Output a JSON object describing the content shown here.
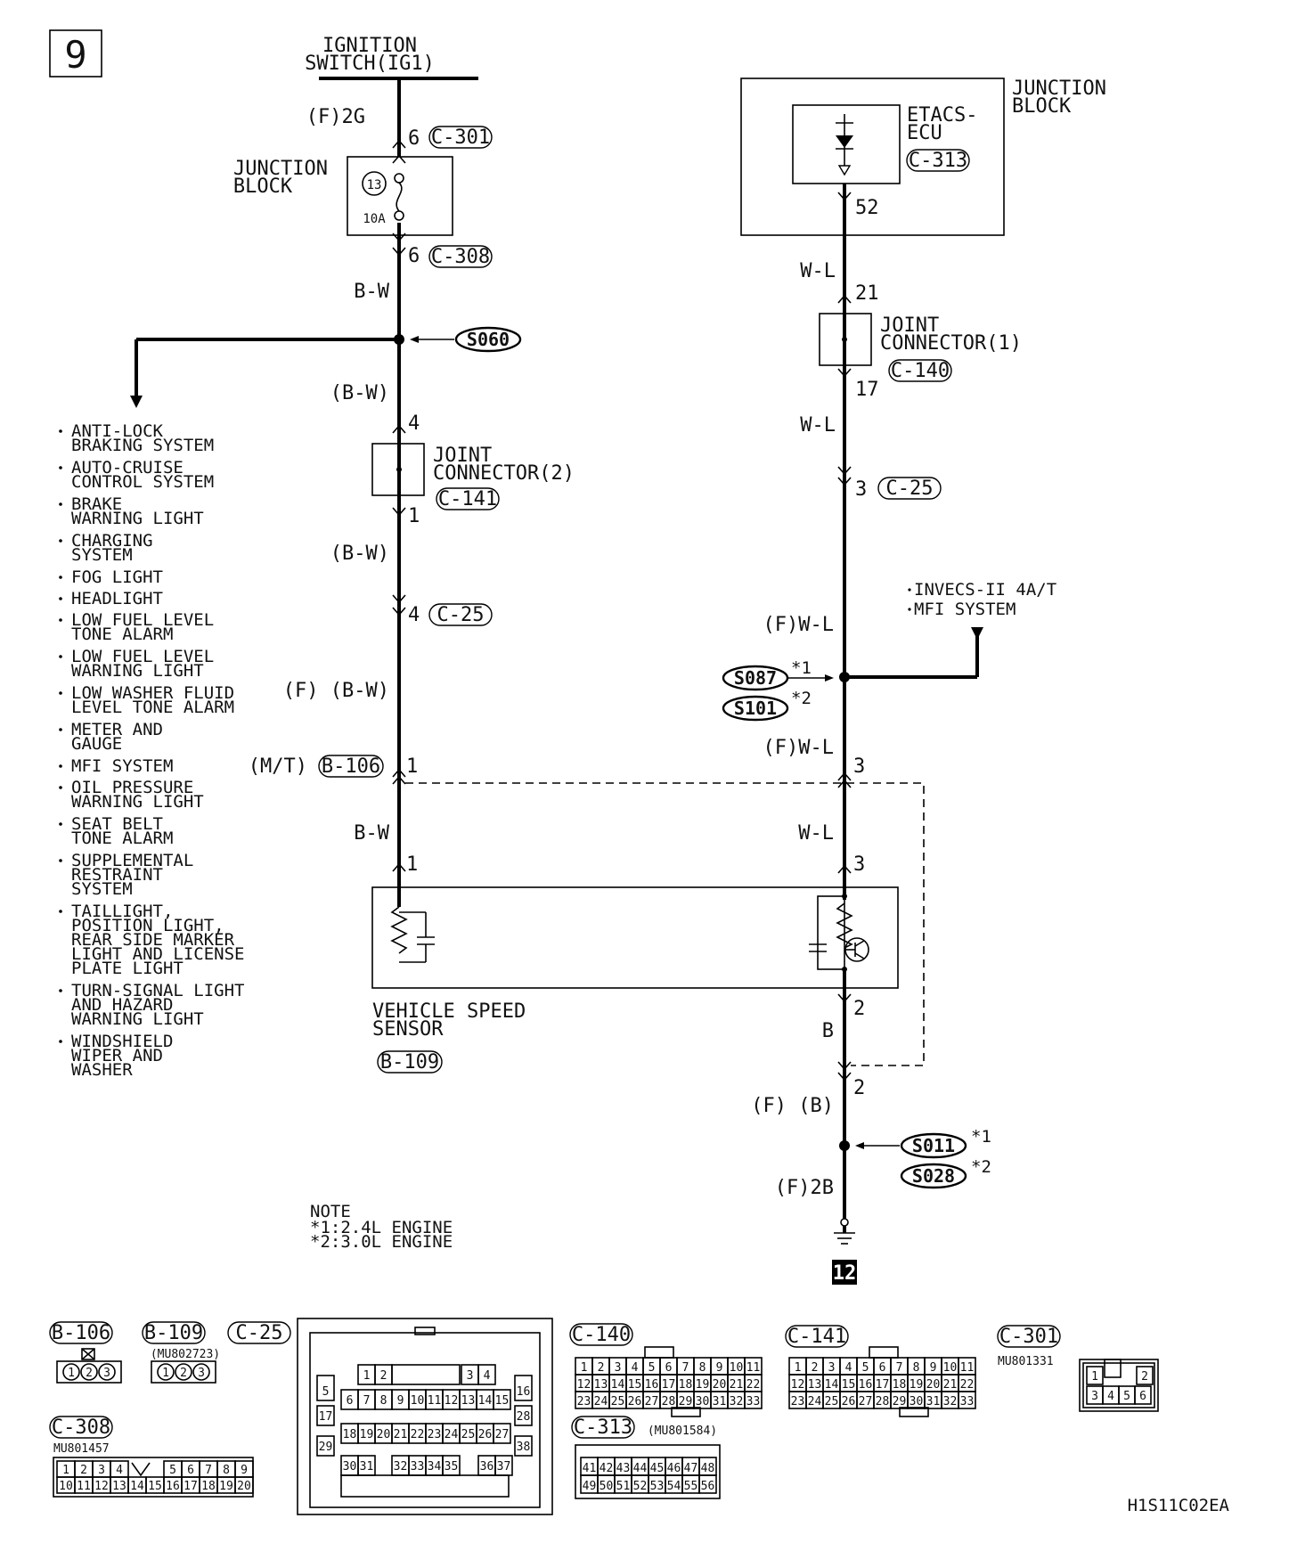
{
  "page_number": "9",
  "figure_code": "H1S11C02EA",
  "left_circuit": {
    "source_label": [
      "IGNITION",
      "SWITCH(IG1)"
    ],
    "wire_code_top": "(F)2G",
    "pin_top": "6",
    "conn_top": "C-301",
    "junction_block_label": [
      "JUNCTION",
      "BLOCK"
    ],
    "fuse_number": "13",
    "fuse_rating": "10A",
    "pin_after_fuse": "6",
    "conn_after_fuse": "C-308",
    "wire_color_1": "B-W",
    "splice": "S060",
    "wire_color_2": "(B-W)",
    "jc2_pin_in": "4",
    "jc2_label": [
      "JOINT",
      "CONNECTOR(2)"
    ],
    "jc2_conn": "C-141",
    "jc2_pin_out": "1",
    "wire_color_3": "(B-W)",
    "pin_c25": "4",
    "conn_c25": "C-25",
    "wire_color_4": "(F) (B-W)",
    "mt_label": "(M/T)",
    "conn_b106": "B-106",
    "pin_b106": "1",
    "wire_color_5": "B-W",
    "pin_sensor": "1"
  },
  "sensor": {
    "label": [
      "VEHICLE SPEED",
      "SENSOR"
    ],
    "conn": "B-109"
  },
  "right_circuit": {
    "junction_block_label": [
      "JUNCTION",
      "BLOCK"
    ],
    "ecu_label": [
      "ETACS-",
      "ECU"
    ],
    "ecu_conn": "C-313",
    "pin_ecu": "52",
    "wire_color_1": "W-L",
    "jc1_pin_in": "21",
    "jc1_label": [
      "JOINT",
      "CONNECTOR(1)"
    ],
    "jc1_conn": "C-140",
    "jc1_pin_out": "17",
    "wire_color_2": "W-L",
    "pin_c25": "3",
    "conn_c25": "C-25",
    "branch_items": [
      "INVECS-II 4A/T",
      "MFI SYSTEM"
    ],
    "wire_color_3": "(F)W-L",
    "splice_a": "S087",
    "splice_a_note": "*1",
    "splice_b": "S101",
    "splice_b_note": "*2",
    "wire_color_4": "(F)W-L",
    "pin_b106": "3",
    "wire_color_5": "W-L",
    "pin_sensor_in": "3",
    "pin_sensor_out": "2",
    "wire_color_6": "B",
    "pin_b106_gnd": "2",
    "wire_color_7": "(F) (B)",
    "ground_splice_a": "S011",
    "ground_splice_a_note": "*1",
    "ground_splice_b": "S028",
    "ground_splice_b_note": "*2",
    "wire_code_bottom": "(F)2B",
    "ground_page": "12"
  },
  "branch_list": [
    [
      "ANTI-LOCK",
      "BRAKING SYSTEM"
    ],
    [
      "AUTO-CRUISE",
      "CONTROL SYSTEM"
    ],
    [
      "BRAKE",
      "WARNING LIGHT"
    ],
    [
      "CHARGING",
      "SYSTEM"
    ],
    [
      "FOG LIGHT"
    ],
    [
      "HEADLIGHT"
    ],
    [
      "LOW FUEL LEVEL",
      "TONE ALARM"
    ],
    [
      "LOW FUEL LEVEL",
      "WARNING LIGHT"
    ],
    [
      "LOW WASHER FLUID",
      "LEVEL TONE ALARM"
    ],
    [
      "METER AND",
      "GAUGE"
    ],
    [
      "MFI SYSTEM"
    ],
    [
      "OIL PRESSURE",
      "WARNING LIGHT"
    ],
    [
      "SEAT BELT",
      "TONE ALARM"
    ],
    [
      "SUPPLEMENTAL",
      "RESTRAINT",
      "SYSTEM"
    ],
    [
      "TAILLIGHT,",
      "POSITION LIGHT,",
      "REAR SIDE MARKER",
      "LIGHT AND LICENSE",
      "PLATE LIGHT"
    ],
    [
      "TURN-SIGNAL LIGHT",
      "AND HAZARD",
      "WARNING LIGHT"
    ],
    [
      "WINDSHIELD",
      "WIPER AND",
      "WASHER"
    ]
  ],
  "note": {
    "title": "NOTE",
    "lines": [
      "*1:2.4L ENGINE",
      "*2:3.0L ENGINE"
    ]
  },
  "connector_views": {
    "b106": {
      "name": "B-106",
      "pins": [
        "1",
        "2",
        "3"
      ]
    },
    "b109": {
      "name": "B-109",
      "part": "(MU802723)",
      "pins": [
        "1",
        "2",
        "3"
      ]
    },
    "c25": {
      "name": "C-25",
      "rows": [
        [
          "1",
          "2",
          "3",
          "4"
        ],
        [
          "5",
          "6",
          "7",
          "8",
          "9",
          "10",
          "11",
          "12",
          "13",
          "14",
          "15",
          "16"
        ],
        [
          "17",
          "18",
          "19",
          "20",
          "21",
          "22",
          "23",
          "24",
          "25",
          "26",
          "27",
          "28"
        ],
        [
          "29",
          "30",
          "31",
          "32",
          "33",
          "34",
          "35",
          "36",
          "37",
          "38"
        ]
      ]
    },
    "c140": {
      "name": "C-140",
      "rows": [
        [
          "1",
          "2",
          "3",
          "4",
          "5",
          "6",
          "7",
          "8",
          "9",
          "10",
          "11"
        ],
        [
          "12",
          "13",
          "14",
          "15",
          "16",
          "17",
          "18",
          "19",
          "20",
          "21",
          "22"
        ],
        [
          "23",
          "24",
          "25",
          "26",
          "27",
          "28",
          "29",
          "30",
          "31",
          "32",
          "33"
        ]
      ]
    },
    "c141": {
      "name": "C-141",
      "rows": [
        [
          "1",
          "2",
          "3",
          "4",
          "5",
          "6",
          "7",
          "8",
          "9",
          "10",
          "11"
        ],
        [
          "12",
          "13",
          "14",
          "15",
          "16",
          "17",
          "18",
          "19",
          "20",
          "21",
          "22"
        ],
        [
          "23",
          "24",
          "25",
          "26",
          "27",
          "28",
          "29",
          "30",
          "31",
          "32",
          "33"
        ]
      ]
    },
    "c301": {
      "name": "C-301",
      "part": "MU801331",
      "pins": [
        "1",
        "2",
        "3",
        "4",
        "5",
        "6"
      ]
    },
    "c308": {
      "name": "C-308",
      "part": "MU801457",
      "rows": [
        [
          "1",
          "2",
          "3",
          "4",
          "5",
          "6",
          "7",
          "8",
          "9"
        ],
        [
          "10",
          "11",
          "12",
          "13",
          "14",
          "15",
          "16",
          "17",
          "18",
          "19",
          "20"
        ]
      ]
    },
    "c313": {
      "name": "C-313",
      "part": "(MU801584)",
      "rows": [
        [
          "41",
          "42",
          "43",
          "44",
          "45",
          "46",
          "47",
          "48"
        ],
        [
          "49",
          "50",
          "51",
          "52",
          "53",
          "54",
          "55",
          "56"
        ]
      ]
    }
  }
}
